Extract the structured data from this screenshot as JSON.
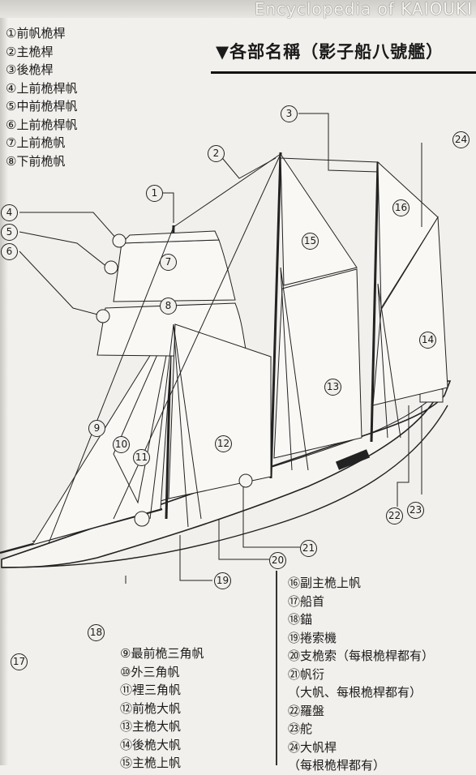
{
  "header": {
    "series": "Encyclopedia of KAIOUKI"
  },
  "title": "▼各部名稱（影子船八號艦）",
  "legend_left": [
    "①前帆桅桿",
    "②主桅桿",
    "③後桅桿",
    "④上前桅桿帆",
    "⑤中前桅桿帆",
    "⑥上前桅桿帆",
    "⑦上前桅帆",
    "⑧下前桅帆"
  ],
  "legend_bottom": [
    "⑨最前桅三角帆",
    "⑩外三角帆",
    "⑪裡三角帆",
    "⑫前桅大帆",
    "⑬主桅大帆",
    "⑭後桅大帆",
    "⑮主桅上帆"
  ],
  "legend_right": [
    "⑯副主桅上帆",
    "⑰船首",
    "⑱錨",
    "⑲捲索機",
    "⑳支桅索（每根桅桿都有）",
    "㉑帆衍",
    "（大帆、每根桅桿都有）",
    "㉒羅盤",
    "㉓舵",
    "㉔大帆桿",
    "（每根桅桿都有）"
  ],
  "callouts": {
    "n1": "1",
    "n2": "2",
    "n3": "3",
    "n4": "4",
    "n5": "5",
    "n6": "6",
    "n7": "7",
    "n8": "8",
    "n9": "9",
    "n10": "10",
    "n11": "11",
    "n12": "12",
    "n13": "13",
    "n14": "14",
    "n15": "15",
    "n16": "16",
    "n17": "17",
    "n18": "18",
    "n19": "19",
    "n20": "20",
    "n21": "21",
    "n22": "22",
    "n23": "23",
    "n24": "24"
  }
}
